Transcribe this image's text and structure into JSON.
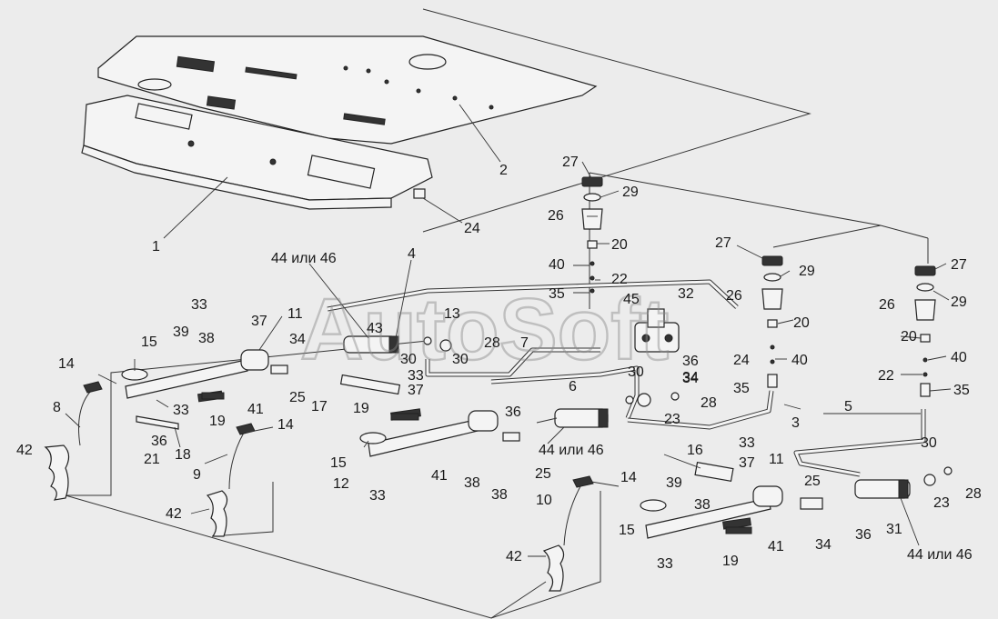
{
  "watermark": "AutoSoft",
  "callouts": [
    {
      "id": "c1",
      "text": "1"
    },
    {
      "id": "c2",
      "text": "2"
    },
    {
      "id": "c24a",
      "text": "24"
    },
    {
      "id": "c27a",
      "text": "27"
    },
    {
      "id": "c29a",
      "text": "29"
    },
    {
      "id": "c26a",
      "text": "26"
    },
    {
      "id": "c20a",
      "text": "20"
    },
    {
      "id": "c40a",
      "text": "40"
    },
    {
      "id": "c22a",
      "text": "22"
    },
    {
      "id": "c35a",
      "text": "35"
    },
    {
      "id": "c45",
      "text": "45"
    },
    {
      "id": "c32",
      "text": "32"
    },
    {
      "id": "c36a",
      "text": "36"
    },
    {
      "id": "c34a",
      "text": "34"
    },
    {
      "id": "c27b",
      "text": "27"
    },
    {
      "id": "c29b",
      "text": "29"
    },
    {
      "id": "c26b",
      "text": "26"
    },
    {
      "id": "c20b",
      "text": "20"
    },
    {
      "id": "c24b",
      "text": "24"
    },
    {
      "id": "c40b",
      "text": "40"
    },
    {
      "id": "c35b",
      "text": "35"
    },
    {
      "id": "c27c",
      "text": "27"
    },
    {
      "id": "c29c",
      "text": "29"
    },
    {
      "id": "c26c",
      "text": "26"
    },
    {
      "id": "c20c",
      "text": "20"
    },
    {
      "id": "c40c",
      "text": "40"
    },
    {
      "id": "c22b",
      "text": "22"
    },
    {
      "id": "c35c",
      "text": "35"
    },
    {
      "id": "c4446a",
      "text": "44 или 46"
    },
    {
      "id": "c4",
      "text": "4"
    },
    {
      "id": "c33a",
      "text": "33"
    },
    {
      "id": "c37a",
      "text": "37"
    },
    {
      "id": "c11a",
      "text": "11"
    },
    {
      "id": "c39a",
      "text": "39"
    },
    {
      "id": "c38a",
      "text": "38"
    },
    {
      "id": "c15a",
      "text": "15"
    },
    {
      "id": "c43",
      "text": "43"
    },
    {
      "id": "c13",
      "text": "13"
    },
    {
      "id": "c30a",
      "text": "30"
    },
    {
      "id": "c30b",
      "text": "30"
    },
    {
      "id": "c28a",
      "text": "28"
    },
    {
      "id": "c34b",
      "text": "34"
    },
    {
      "id": "c7",
      "text": "7"
    },
    {
      "id": "c33b",
      "text": "33"
    },
    {
      "id": "c37b",
      "text": "37"
    },
    {
      "id": "c14a",
      "text": "14"
    },
    {
      "id": "c25a",
      "text": "25"
    },
    {
      "id": "c17",
      "text": "17"
    },
    {
      "id": "c33c",
      "text": "33"
    },
    {
      "id": "c41a",
      "text": "41"
    },
    {
      "id": "c19a",
      "text": "19"
    },
    {
      "id": "c8",
      "text": "8"
    },
    {
      "id": "c36b",
      "text": "36"
    },
    {
      "id": "c18",
      "text": "18"
    },
    {
      "id": "c21",
      "text": "21"
    },
    {
      "id": "c14b",
      "text": "14"
    },
    {
      "id": "c42a",
      "text": "42"
    },
    {
      "id": "c9",
      "text": "9"
    },
    {
      "id": "c19b",
      "text": "19"
    },
    {
      "id": "c6",
      "text": "6"
    },
    {
      "id": "c30c",
      "text": "30"
    },
    {
      "id": "c34c",
      "text": "34"
    },
    {
      "id": "c28b",
      "text": "28"
    },
    {
      "id": "c23a",
      "text": "23"
    },
    {
      "id": "c3",
      "text": "3"
    },
    {
      "id": "c36c",
      "text": "36"
    },
    {
      "id": "c4446b",
      "text": "44 или 46"
    },
    {
      "id": "c15b",
      "text": "15"
    },
    {
      "id": "c12",
      "text": "12"
    },
    {
      "id": "c33d",
      "text": "33"
    },
    {
      "id": "c41b",
      "text": "41"
    },
    {
      "id": "c38b",
      "text": "38"
    },
    {
      "id": "c38c",
      "text": "38"
    },
    {
      "id": "c25b",
      "text": "25"
    },
    {
      "id": "c42b",
      "text": "42"
    },
    {
      "id": "c14c",
      "text": "14"
    },
    {
      "id": "c10",
      "text": "10"
    },
    {
      "id": "c42c",
      "text": "42"
    },
    {
      "id": "c16",
      "text": "16"
    },
    {
      "id": "c33e",
      "text": "33"
    },
    {
      "id": "c37c",
      "text": "37"
    },
    {
      "id": "c11b",
      "text": "11"
    },
    {
      "id": "c39b",
      "text": "39"
    },
    {
      "id": "c38d",
      "text": "38"
    },
    {
      "id": "c15c",
      "text": "15"
    },
    {
      "id": "c33f",
      "text": "33"
    },
    {
      "id": "c19c",
      "text": "19"
    },
    {
      "id": "c41c",
      "text": "41"
    },
    {
      "id": "c25c",
      "text": "25"
    },
    {
      "id": "c34d",
      "text": "34"
    },
    {
      "id": "c36d",
      "text": "36"
    },
    {
      "id": "c31",
      "text": "31"
    },
    {
      "id": "c5",
      "text": "5"
    },
    {
      "id": "c30d",
      "text": "30"
    },
    {
      "id": "c23b",
      "text": "23"
    },
    {
      "id": "c28c",
      "text": "28"
    },
    {
      "id": "c4446c",
      "text": "44 или 46"
    }
  ]
}
